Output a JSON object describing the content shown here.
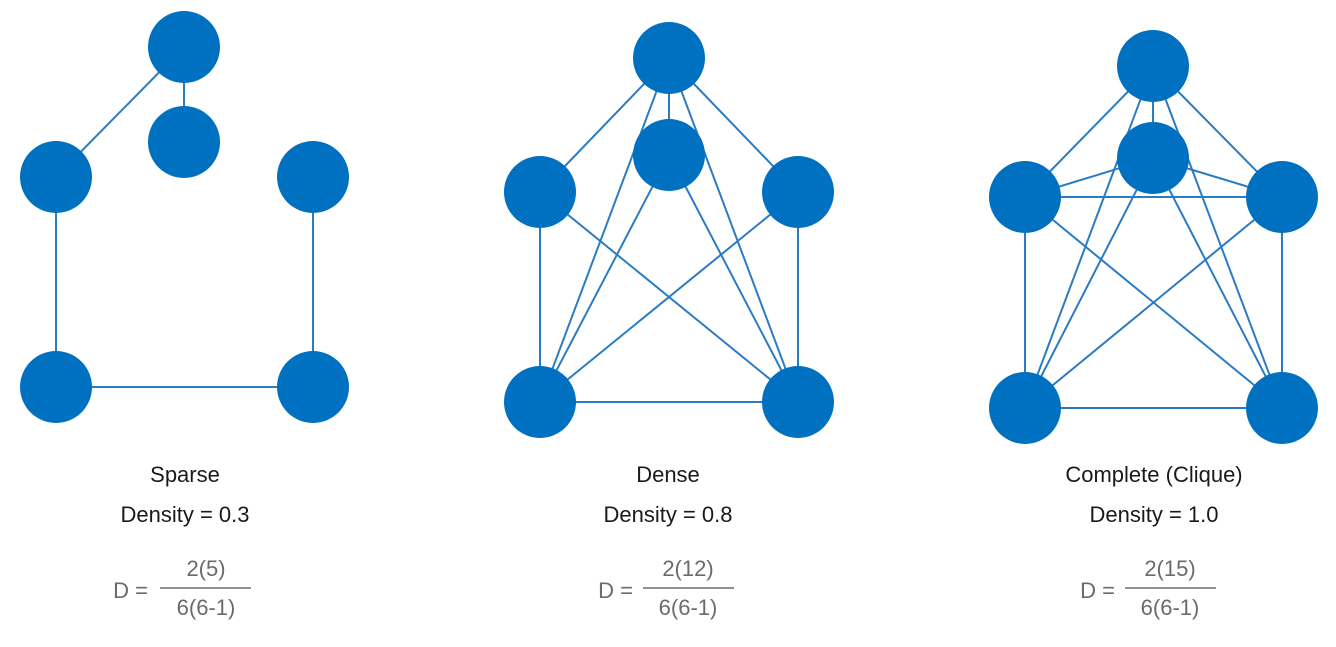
{
  "colors": {
    "node": "#0070c0",
    "edge": "#2b7bc4",
    "label_text": "#1a1a1a",
    "formula_text": "#6b6b6b"
  },
  "panels": [
    {
      "name": "Sparse",
      "title": "Sparse",
      "density_line": "Density = 0.3",
      "formula": {
        "lhs": "D =",
        "numerator": "2(5)",
        "denominator": "6(6-1)"
      }
    },
    {
      "name": "Dense",
      "title": "Dense",
      "density_line": "Density = 0.8",
      "formula": {
        "lhs": "D =",
        "numerator": "2(12)",
        "denominator": "6(6-1)"
      }
    },
    {
      "name": "Complete",
      "title": "Complete (Clique)",
      "density_line": "Density = 1.0",
      "formula": {
        "lhs": "D =",
        "numerator": "2(15)",
        "denominator": "6(6-1)"
      }
    }
  ]
}
